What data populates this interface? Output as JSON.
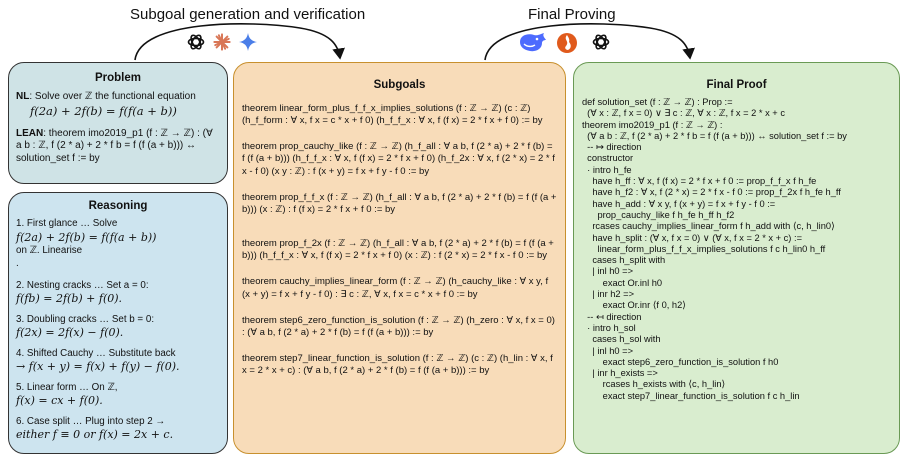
{
  "headers": {
    "left": "Subgoal generation and verification",
    "right": "Final Proving"
  },
  "problem": {
    "title": "Problem",
    "nl_label": "NL",
    "nl_text": ": Solve over ℤ the functional equation",
    "nl_equation": "f(2a) + 2f(b) = f(f(a + b))",
    "lean_label": "LEAN",
    "lean_text": ": theorem imo2019_p1 (f : ℤ → ℤ) : (∀ a b : ℤ, f (2 * a) + 2 * f b = f (f (a + b))) ↔ solution_set f := by"
  },
  "reasoning": {
    "title": "Reasoning",
    "steps": [
      {
        "text": "1. First glance … Solve",
        "math": "f(2a) + 2f(b) = f(f(a + b))",
        "tail": "on ℤ. Linearise",
        "extra": "."
      },
      {
        "text": "2. Nesting cracks …  Set a = 0:",
        "math": "f(fb) = 2f(b) + f(0)."
      },
      {
        "text": "3. Doubling cracks …  Set b = 0:",
        "math": "f(2x) = 2f(x) − f(0)."
      },
      {
        "text": "4. Shifted Cauchy …  Substitute back",
        "math": "→ f(x + y) = f(x) + f(y) − f(0)."
      },
      {
        "text": "5. Linear form …  On ℤ,",
        "math": "f(x) = cx + f(0)."
      },
      {
        "text": "6. Case split …  Plug into step 2 →",
        "math": "either f ≡ 0 or f(x) = 2x + c."
      }
    ]
  },
  "subgoals": {
    "title": "Subgoals",
    "items": [
      "theorem linear_form_plus_f_f_x_implies_solutions (f : ℤ → ℤ) (c : ℤ) (h_f_form : ∀ x, f x = c * x + f 0) (h_f_f_x : ∀ x, f (f x) = 2 * f x + f 0) := by",
      "theorem prop_cauchy_like (f : ℤ → ℤ) (h_f_all : ∀ a b, f (2 * a) + 2 * f (b) = f (f (a + b))) (h_f_f_x : ∀ x, f (f x) = 2 * f x + f 0) (h_f_2x : ∀ x, f (2 * x) = 2 * f x - f 0) (x y : ℤ) : f (x + y) = f x + f y - f 0 := by",
      "theorem prop_f_f_x (f : ℤ → ℤ) (h_f_all : ∀ a b, f (2 * a) + 2 * f (b) = f (f (a + b))) (x : ℤ) : f (f x) = 2 * f x + f 0 := by",
      "theorem prop_f_2x (f : ℤ → ℤ) (h_f_all : ∀ a b, f (2 * a) + 2 * f (b) = f (f (a + b))) (h_f_f_x : ∀ x, f (f x) = 2 * f x + f 0) (x : ℤ) : f (2 * x) = 2 * f x - f 0 := by",
      "theorem cauchy_implies_linear_form (f : ℤ → ℤ) (h_cauchy_like : ∀ x y, f (x + y) = f x + f y - f 0) : ∃ c : ℤ, ∀ x, f x = c * x + f 0 := by",
      "theorem step6_zero_function_is_solution (f : ℤ → ℤ) (h_zero : ∀ x, f x = 0) : (∀ a b, f (2 * a) + 2 * f (b) = f (f (a + b))) := by",
      "theorem step7_linear_function_is_solution (f : ℤ → ℤ) (c : ℤ) (h_lin : ∀ x, f x = 2 * x + c) : (∀ a b, f (2 * a) + 2 * f (b) = f (f (a + b))) := by"
    ]
  },
  "final_proof": {
    "title": "Final Proof",
    "lines": [
      "def solution_set (f : ℤ → ℤ) : Prop :=",
      "  (∀ x : ℤ, f x = 0) ∨ ∃ c : ℤ, ∀ x : ℤ, f x = 2 * x + c",
      "theorem imo2019_p1 (f : ℤ → ℤ) :",
      "  (∀ a b : ℤ, f (2 * a) + 2 * f b = f (f (a + b))) ↔ solution_set f := by",
      "  -- ↦ direction",
      "  constructor",
      "  · intro h_fe",
      "    have h_ff : ∀ x, f (f x) = 2 * f x + f 0 := prop_f_f_x f h_fe",
      "    have h_f2 : ∀ x, f (2 * x) = 2 * f x - f 0 := prop_f_2x f h_fe h_ff",
      "    have h_add : ∀ x y, f (x + y) = f x + f y - f 0 :=",
      "      prop_cauchy_like f h_fe h_ff h_f2",
      "    rcases cauchy_implies_linear_form f h_add with ⟨c, h_lin0⟩",
      "    have h_split : (∀ x, f x = 0) ∨ (∀ x, f x = 2 * x + c) :=",
      "      linear_form_plus_f_f_x_implies_solutions f c h_lin0 h_ff",
      "    cases h_split with",
      "    | inl h0 =>",
      "        exact Or.inl h0",
      "    | inr h2 =>",
      "        exact Or.inr ⟨f 0, h2⟩",
      "  -- ↤ direction",
      "  · intro h_sol",
      "    cases h_sol with",
      "    | inl h0 =>",
      "        exact step6_zero_function_is_solution f h0",
      "    | inr h_exists =>",
      "        rcases h_exists with ⟨c, h_lin⟩",
      "        exact step7_linear_function_is_solution f c h_lin"
    ]
  },
  "icons": [
    "openai-icon",
    "claude-icon",
    "gemini-icon",
    "deepseek-icon",
    "qwen-icon",
    "openai-icon"
  ],
  "colors": {
    "problem_bg": "#cfe3e6",
    "reasoning_bg": "#cde4ef",
    "subgoals_bg": "#f8dcb9",
    "final_bg": "#d9edcf",
    "claude": "#d97757",
    "gemini": "#4a7ee8",
    "deepseek": "#4d6bfe",
    "qwen_flame": "#e05a1c"
  }
}
